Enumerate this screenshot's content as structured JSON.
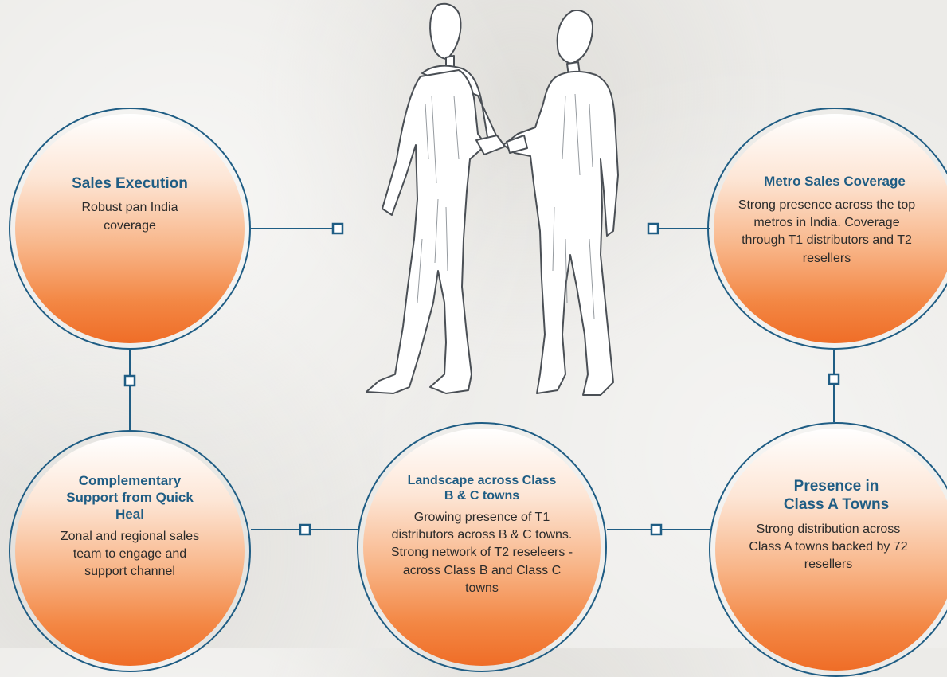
{
  "nodes": {
    "sales_execution": {
      "title": "Sales Execution",
      "text": "Robust pan India coverage"
    },
    "metro_sales": {
      "title": "Metro Sales Coverage",
      "text": "Strong presence across the top metros in India. Coverage through T1 distributors and T2 resellers"
    },
    "complementary": {
      "title": "Complementary Support from Quick Heal",
      "text": "Zonal and regional sales team to engage and support channel"
    },
    "landscape": {
      "title": "Landscape across Class B & C towns",
      "text": "Growing presence of T1 distributors across B & C towns. Strong network of T2 reseleers - across Class B and Class C towns"
    },
    "presence_class_a": {
      "title": "Presence in Class A Towns",
      "text": "Strong distribution across Class A towns backed by 72 resellers"
    }
  },
  "colors": {
    "accent_blue": "#1f5d84",
    "orange": "#ef6d27",
    "body_text": "#2b2b2b"
  },
  "illustration": {
    "icon": "handshake-illustration"
  }
}
